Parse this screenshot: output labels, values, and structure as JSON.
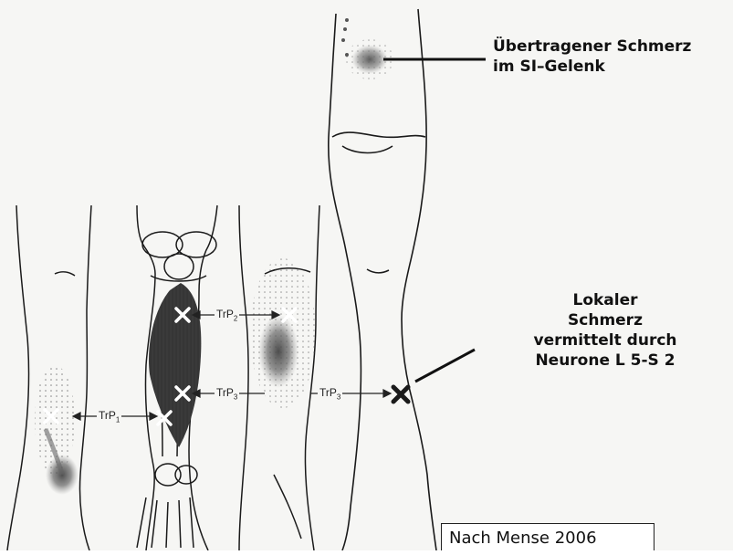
{
  "labels": {
    "referred_pain": [
      "Übertragener Schmerz",
      "im SI–Gelenk"
    ],
    "local_pain": [
      "Lokaler",
      "Schmerz",
      "vermittelt durch",
      "Neurone L 5-S 2"
    ]
  },
  "trigger_points": [
    {
      "name": "TrP",
      "sub": "1"
    },
    {
      "name": "TrP",
      "sub": "2"
    },
    {
      "name": "TrP",
      "sub": "3"
    },
    {
      "name": "TrP",
      "sub": "3"
    }
  ],
  "citation": "Nach Mense 2006",
  "colors": {
    "ink": "#1a1a1a",
    "muscle": "#3a3a3a",
    "pain_area": "#555555",
    "paper": "#f4f4f2"
  }
}
